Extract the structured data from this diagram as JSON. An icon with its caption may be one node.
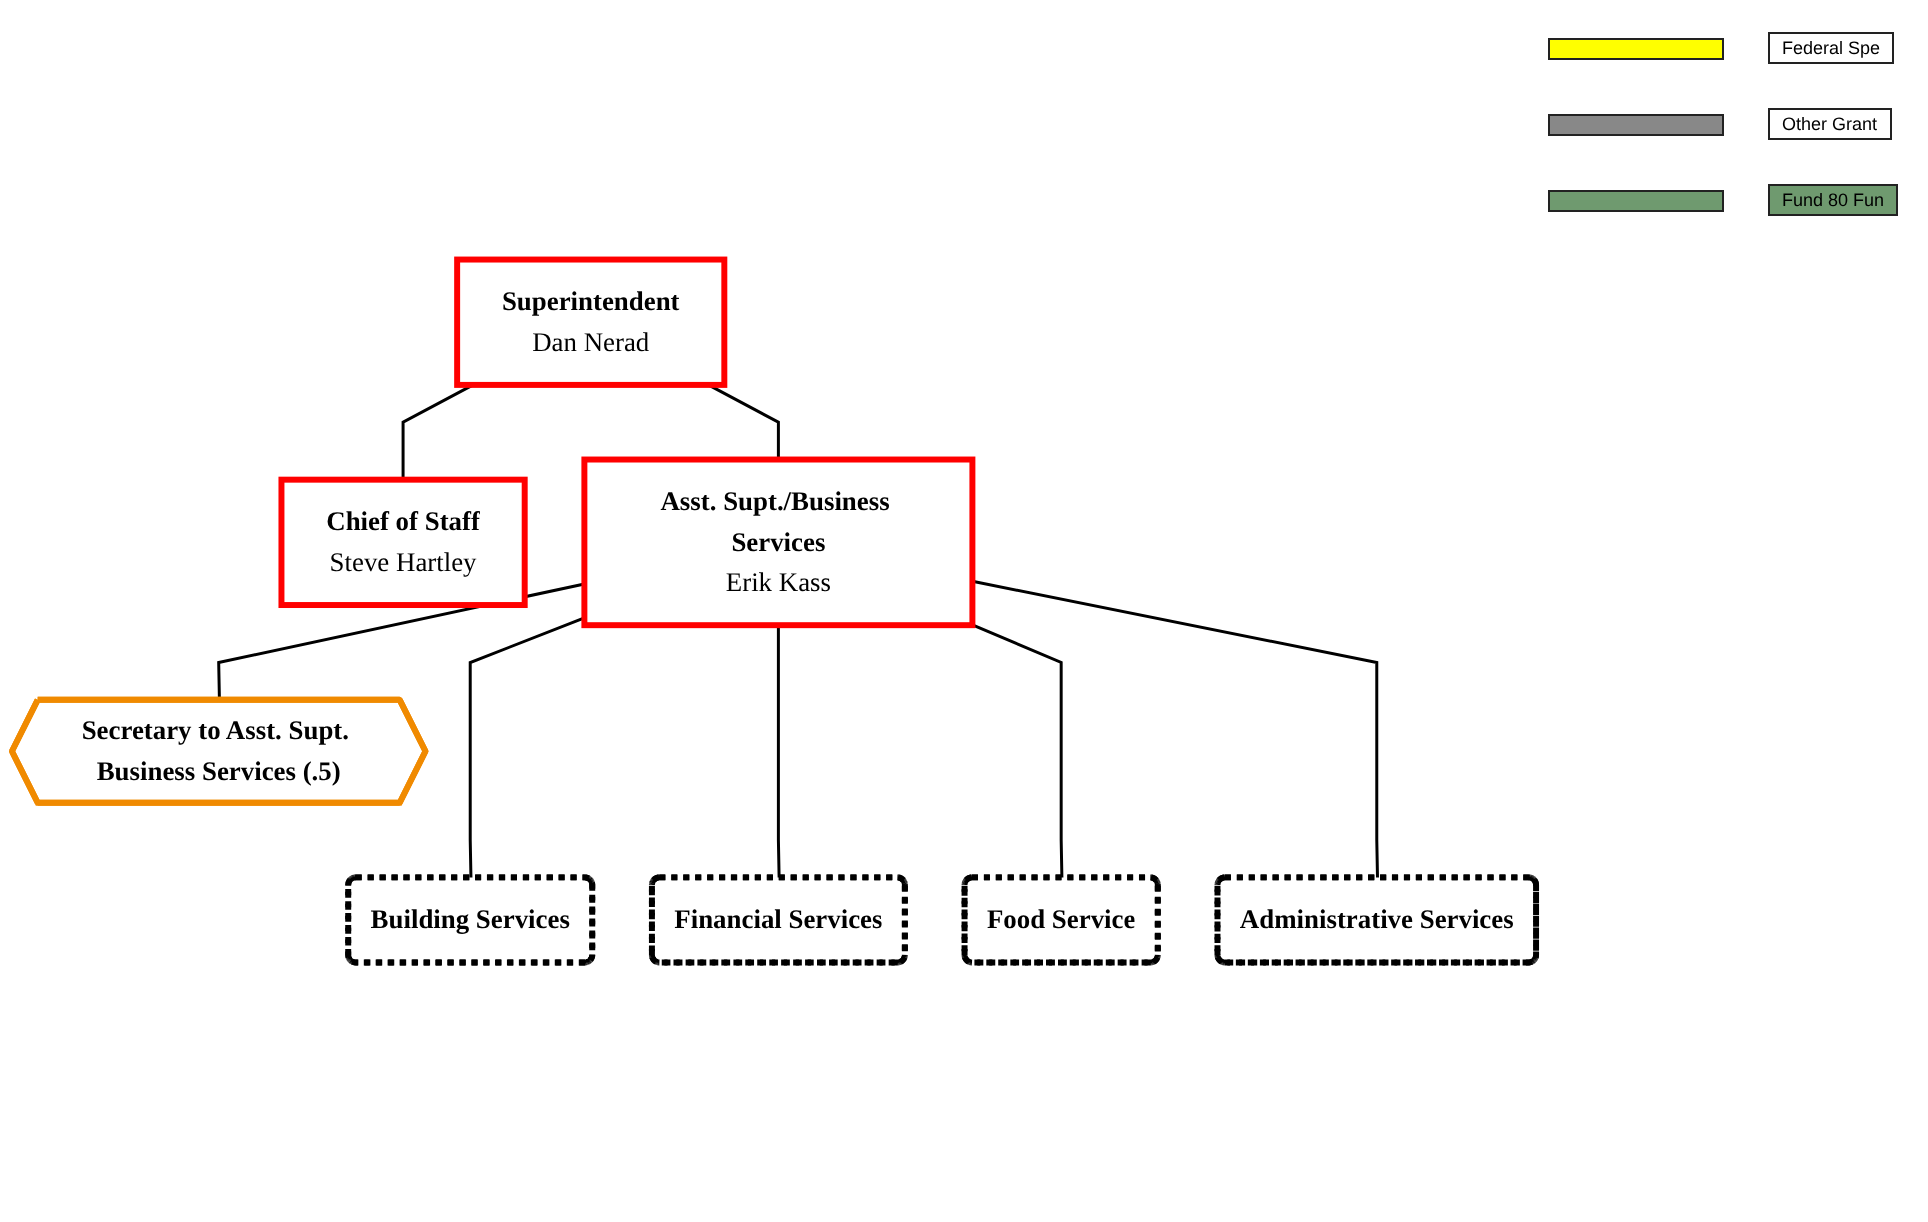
{
  "diagram": {
    "nodes": [
      {
        "text": [
          "Superintendent",
          "Dan Nerad"
        ]
      },
      {
        "text": [
          "Chief of Staff",
          "Steve Hartley"
        ]
      },
      {
        "text": [
          "Asst. Supt./Business Services",
          "Erik Kass"
        ]
      },
      {
        "text": [
          "Secretary to Asst. Supt. Business Services (.5)"
        ]
      },
      {
        "text": [
          "Building Services"
        ]
      },
      {
        "text": [
          "Financial Services"
        ]
      },
      {
        "text": [
          "Food Service"
        ]
      },
      {
        "text": [
          "Administrative Services"
        ]
      }
    ],
    "edges": [
      {
        "from": 0,
        "to": 1,
        "arrow": "none"
      },
      {
        "from": 0,
        "to": 2,
        "arrow": "none"
      },
      {
        "from": 2,
        "to": 3,
        "arrow": "none"
      },
      {
        "from": 2,
        "to": 4,
        "arrow": "none"
      },
      {
        "from": 2,
        "to": 5,
        "arrow": "none"
      },
      {
        "from": 2,
        "to": 6,
        "arrow": "none"
      },
      {
        "from": 2,
        "to": 7,
        "arrow": "none"
      }
    ],
    "legend": [
      {
        "text": "Federal Spe",
        "color": "#ffff00"
      },
      {
        "text": "Other Grant",
        "color": "#888888"
      },
      {
        "text": "Fund 80 Fun",
        "color": "#6f9a6f"
      }
    ]
  }
}
